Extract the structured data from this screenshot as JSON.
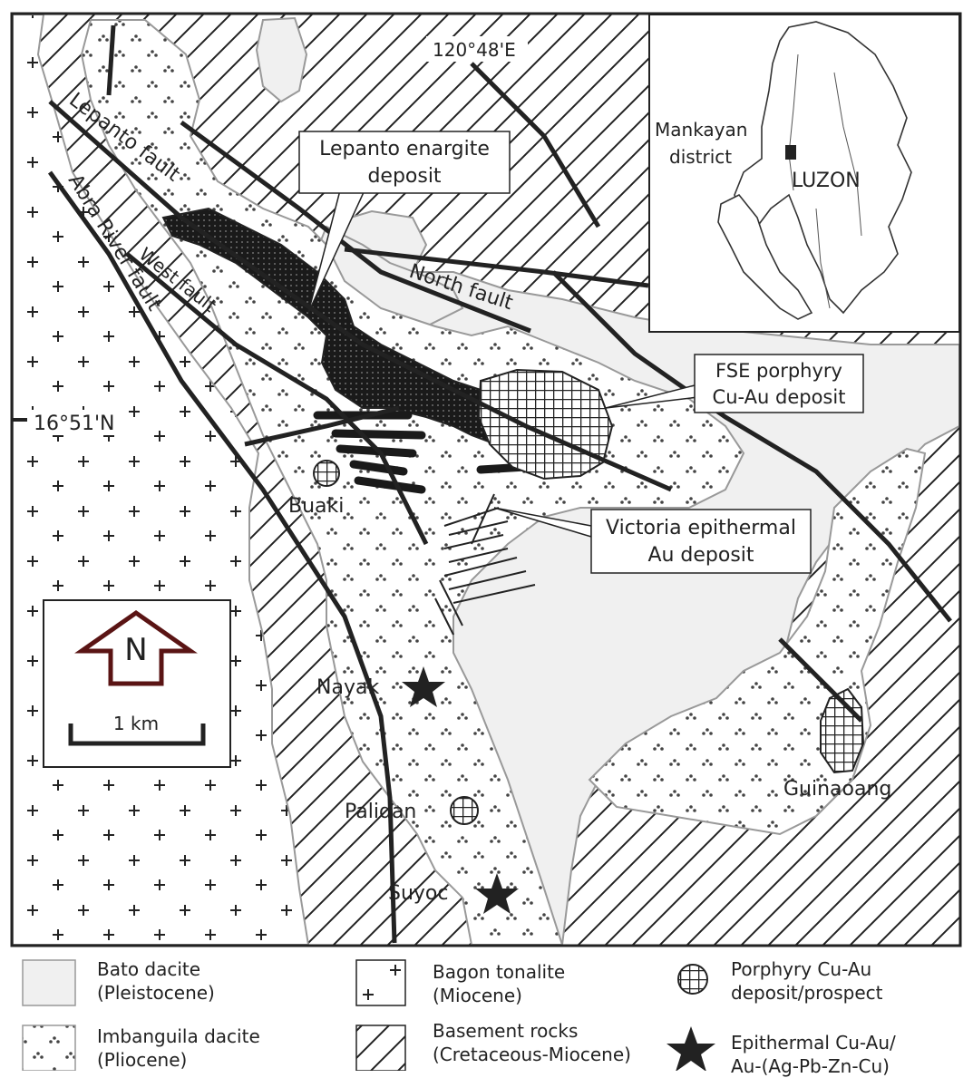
{
  "coords": {
    "longitude": "120°48'E",
    "latitude": "16°51'N"
  },
  "faults": {
    "lepanto": "Lepanto fault",
    "abra": "Abra River fault",
    "west": "West fault",
    "north": "North fault"
  },
  "callouts": {
    "lepanto": [
      "Lepanto enargite",
      "deposit"
    ],
    "fse": [
      "FSE porphyry",
      "Cu-Au deposit"
    ],
    "victoria": [
      "Victoria epithermal",
      "Au deposit"
    ]
  },
  "places": {
    "buaki": "Buaki",
    "nayak": "Nayak",
    "palidan": "Palidan",
    "suyoc": "Suyoc",
    "guinaoang": "Guinaoang"
  },
  "inset": {
    "district": [
      "Mankayan",
      "district"
    ],
    "island": "LUZON"
  },
  "north_arrow": {
    "letter": "N",
    "scale": "1 km"
  },
  "legend": {
    "bato": "Bato dacite\n(Pleistocene)",
    "imbanguila": "Imbanguila dacite\n(Pliocene)",
    "bagon": "Bagon tonalite\n(Miocene)",
    "basement": "Basement rocks\n(Cretaceous-Miocene)",
    "porphyry": "Porphyry Cu-Au\ndeposit/prospect",
    "epithermal": "Epithermal Cu-Au/\nAu-(Ag-Pb-Zn-Cu)"
  },
  "colors": {
    "ink": "#222222",
    "pleistocene": "#f0f0f0",
    "orebody": "#1a1a1a",
    "arrow": "#5a1414"
  }
}
